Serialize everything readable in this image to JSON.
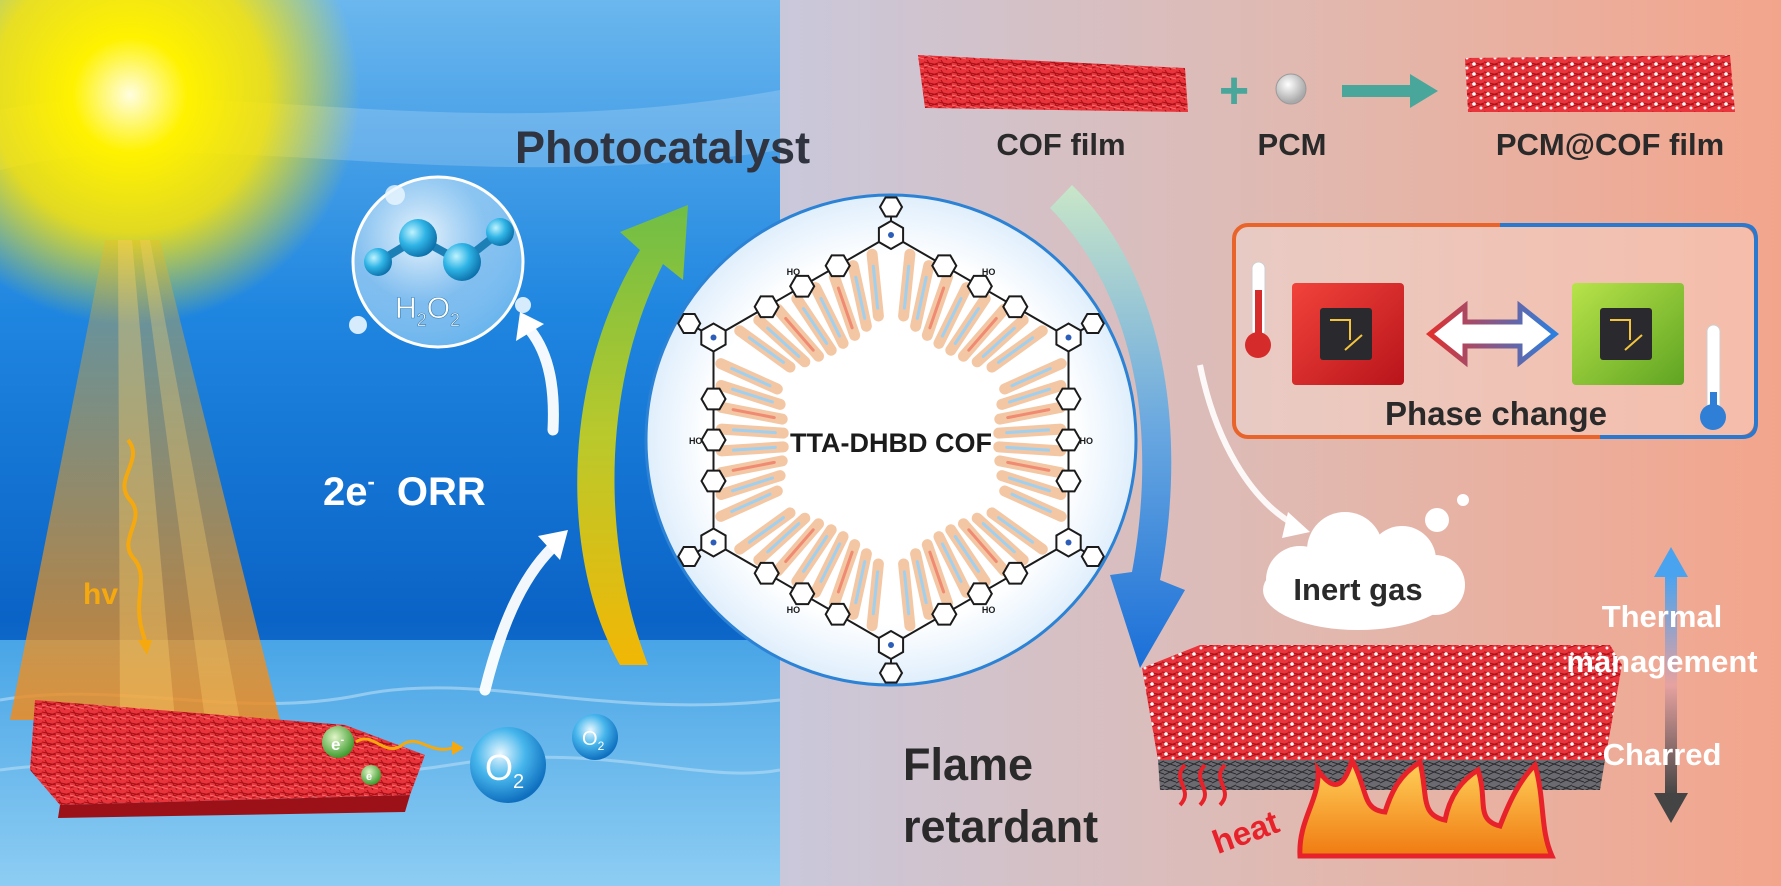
{
  "left_panel": {
    "photocatalyst_label": "Photocatalyst",
    "hv_label": "hv",
    "orr_prefix": "2e",
    "orr_superscript": "-",
    "orr_suffix": "ORR",
    "h2o2_label": {
      "H": "H",
      "sub1": "2",
      "O": "O",
      "sub2": "2"
    },
    "electron_symbol": "e",
    "electron_charge": "-",
    "o2_label": {
      "O": "O",
      "sub": "2"
    },
    "flame_retardant_line1": "Flame",
    "flame_retardant_line2": "retardant"
  },
  "center": {
    "cof_name": "TTA-DHBD COF",
    "hydroxyl_label": "HO"
  },
  "right_panel": {
    "cof_film_label": "COF film",
    "plus_sign": "+",
    "pcm_label": "PCM",
    "composite_label": "PCM@COF film",
    "phase_change_label": "Phase change",
    "inert_gas_label": "Inert gas",
    "thermal_label_line1": "Thermal",
    "thermal_label_line2": "management",
    "charred_label": "Charred",
    "heat_label": "heat"
  },
  "colors": {
    "left_bg_top": "#2f8fe6",
    "left_bg_bottom": "#0d5fc0",
    "right_bg_left": "#c9c6d8",
    "right_bg_right": "#f0a88f",
    "sun": "#fff200",
    "cof_red": "#d9232e",
    "arrow_green": "#7dc243",
    "arrow_yellow": "#f2b705",
    "arrow_blue": "#1a73d9",
    "box_border_orange": "#e8642a",
    "box_border_blue": "#2a79d0",
    "teal_arrow": "#48a79a",
    "flame_orange": "#f7a21b"
  }
}
